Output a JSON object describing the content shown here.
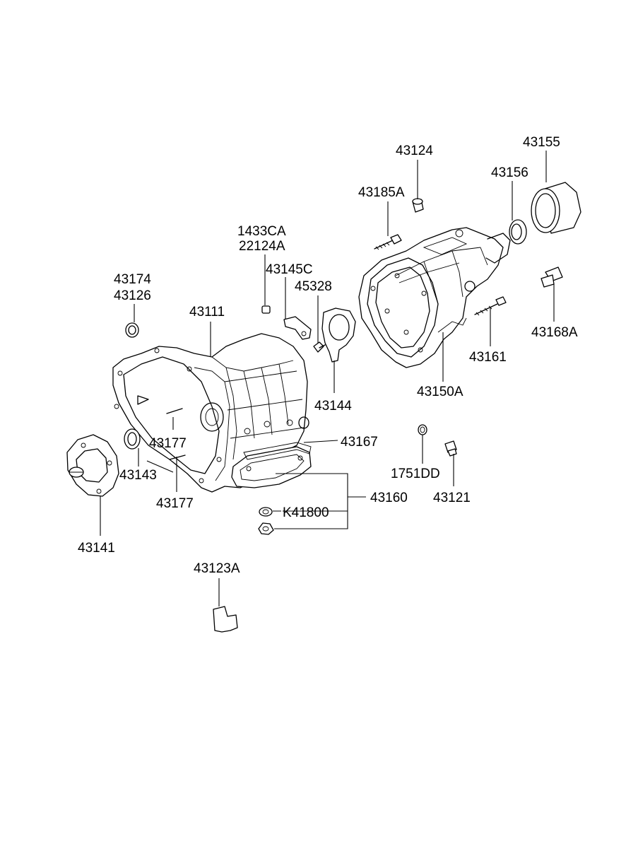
{
  "labels": {
    "l43124": "43124",
    "l43155": "43155",
    "l43156": "43156",
    "l43185A": "43185A",
    "l1433CA": "1433CA",
    "l22124A": "22124A",
    "l43145C": "43145C",
    "l45328": "45328",
    "l43174": "43174",
    "l43126": "43126",
    "l43111": "43111",
    "l43168A": "43168A",
    "l43161": "43161",
    "l43150A": "43150A",
    "l43144": "43144",
    "l43177a": "43177",
    "l43167": "43167",
    "l43143": "43143",
    "l1751DD": "1751DD",
    "l43160": "43160",
    "l43121": "43121",
    "l43177b": "43177",
    "lK41800": "K41800",
    "l43141": "43141",
    "l43123A": "43123A"
  }
}
